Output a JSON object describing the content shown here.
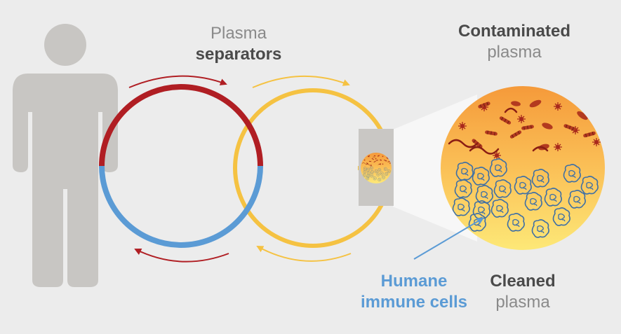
{
  "labels": {
    "separators_line1": "Plasma",
    "separators_line2": "separators",
    "contaminated_line1": "Contaminated",
    "contaminated_line2": "plasma",
    "immune_line1": "Humane",
    "immune_line2": "immune cells",
    "cleaned_line1": "Cleaned",
    "cleaned_line2": "plasma"
  },
  "colors": {
    "background": "#ececec",
    "person": "#c8c6c3",
    "arterial": "#b01e23",
    "venous": "#5b9bd5",
    "separator_loop": "#f5c242",
    "filter_box": "#c9c7c4",
    "plasma_top": "#f59a3a",
    "plasma_bottom": "#fde877",
    "cell_outline": "#3d6fa6",
    "pathogen": "#a8281c",
    "text_dark": "#4a4a4a",
    "text_light": "#8a8a8a",
    "text_blue": "#5b9bd5"
  }
}
